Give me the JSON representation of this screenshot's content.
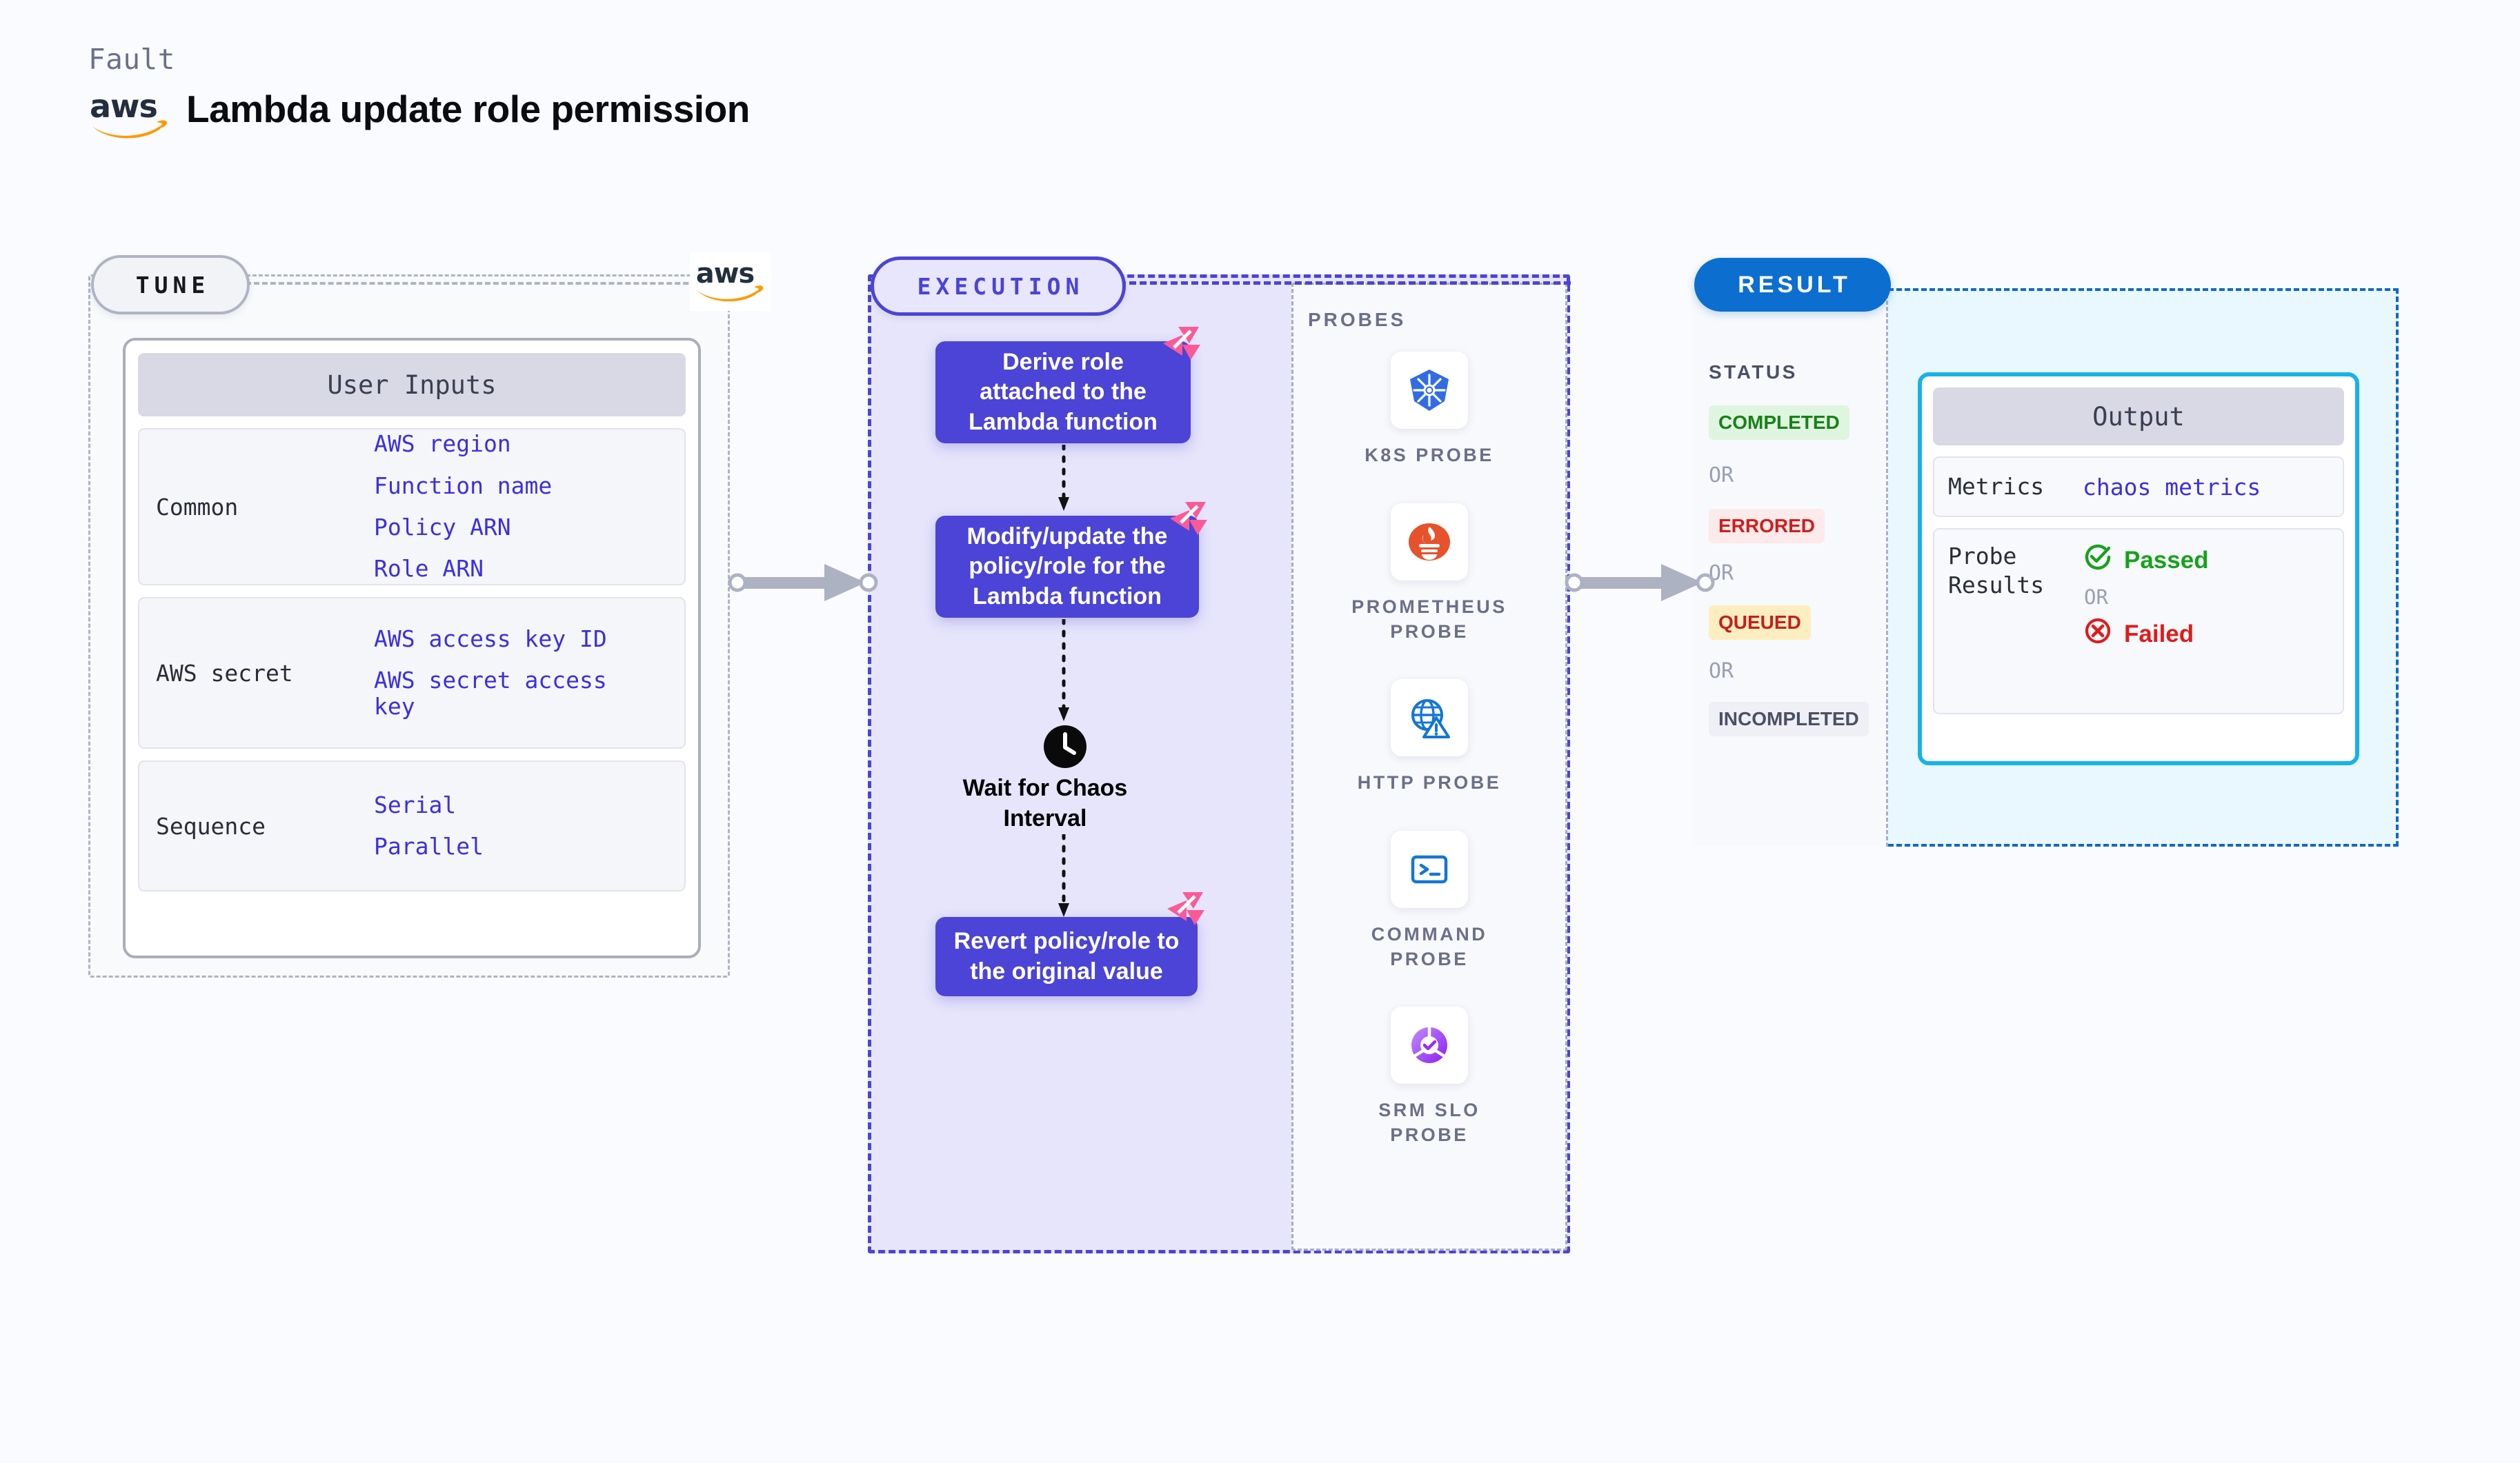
{
  "header": {
    "fault_label": "Fault",
    "title": "Lambda update role permission",
    "logo": "aws-logo"
  },
  "tune": {
    "badge": "TUNE",
    "corner_logo": "aws-logo",
    "card": {
      "header": "User Inputs",
      "groups": [
        {
          "label": "Common",
          "values": [
            "AWS region",
            "Function name",
            "Policy ARN",
            "Role ARN"
          ]
        },
        {
          "label": "AWS secret",
          "values": [
            "AWS access key ID",
            "AWS secret access\nkey"
          ]
        },
        {
          "label": "Sequence",
          "values": [
            "Serial",
            "Parallel"
          ]
        }
      ]
    }
  },
  "execution": {
    "badge": "EXECUTION",
    "steps": [
      {
        "text": "Derive role attached to the Lambda function",
        "icon": "litmus-icon"
      },
      {
        "text": "Modify/update the policy/role for the Lambda function",
        "icon": "litmus-icon"
      },
      {
        "text": "Revert policy/role to the original value",
        "icon": "litmus-icon"
      }
    ],
    "wait": {
      "label": "Wait for Chaos Interval",
      "icon": "clock-icon"
    },
    "probes": {
      "title": "PROBES",
      "items": [
        {
          "label": "K8S PROBE",
          "icon": "kubernetes-icon"
        },
        {
          "label": "PROMETHEUS\nPROBE",
          "icon": "prometheus-icon"
        },
        {
          "label": "HTTP PROBE",
          "icon": "http-globe-warning-icon"
        },
        {
          "label": "COMMAND\nPROBE",
          "icon": "terminal-icon"
        },
        {
          "label": "SRM SLO\nPROBE",
          "icon": "srm-slo-icon"
        }
      ]
    }
  },
  "result": {
    "badge": "RESULT",
    "status_title": "STATUS",
    "or_label": "OR",
    "statuses": [
      {
        "label": "COMPLETED",
        "bg": "#dff5df",
        "fg": "#19811a"
      },
      {
        "label": "ERRORED",
        "bg": "#fdeaea",
        "fg": "#cc1f1f"
      },
      {
        "label": "QUEUED",
        "bg": "#fdeec2",
        "fg": "#c3201c"
      },
      {
        "label": "INCOMPLETED",
        "bg": "#eef0f5",
        "fg": "#4a5065"
      }
    ],
    "output": {
      "header": "Output",
      "metrics_label": "Metrics",
      "metrics_value": "chaos metrics",
      "probe_results_label": "Probe\nResults",
      "passed": "Passed",
      "failed": "Failed",
      "or_label": "OR",
      "passed_color": "#16a21b",
      "failed_color": "#e01b1b"
    }
  },
  "colors": {
    "accent_indigo": "#4b44d6",
    "accent_blue": "#0c6fd0",
    "accent_cyan": "#17b2e8",
    "litmus_pink": "#fa5a96",
    "aws_orange": "#ff9900",
    "value_blue": "#3b2fe0"
  }
}
